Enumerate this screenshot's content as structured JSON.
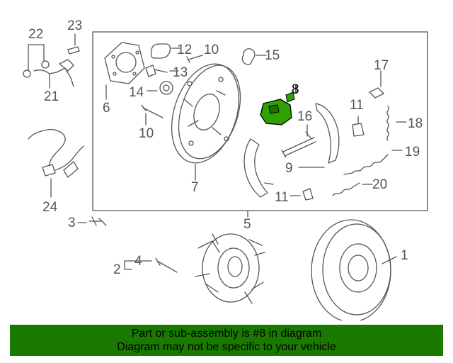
{
  "colors": {
    "highlight": "#2ea000",
    "banner_bg": "#1a7a00",
    "line": "#555555"
  },
  "callouts": {
    "c1": "1",
    "c2": "2",
    "c3": "3",
    "c4": "4",
    "c5": "5",
    "c6": "6",
    "c7": "7",
    "c8": "8",
    "c9": "9",
    "c10a": "10",
    "c10b": "10",
    "c11a": "11",
    "c11b": "11",
    "c12": "12",
    "c13": "13",
    "c14": "14",
    "c15": "15",
    "c16": "16",
    "c17": "17",
    "c18": "18",
    "c19": "19",
    "c20": "20",
    "c21": "21",
    "c22": "22",
    "c23": "23",
    "c24": "24"
  },
  "highlighted_part": "8",
  "banner": {
    "line1": "Part or sub-assembly is #8 in diagram",
    "line2": "Diagram may not be specific to your vehicle"
  }
}
